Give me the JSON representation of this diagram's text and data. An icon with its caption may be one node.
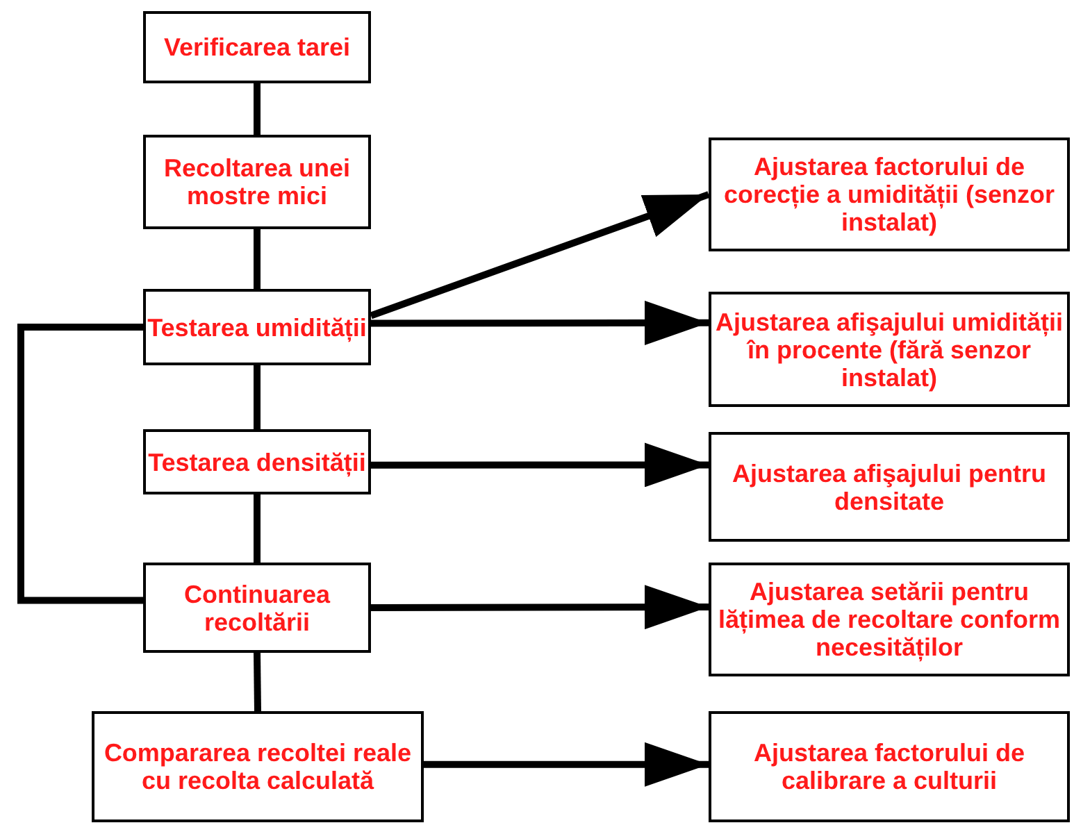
{
  "diagram": {
    "nodes": [
      {
        "text": [
          "Verificarea tarei"
        ]
      },
      {
        "text": [
          "Recoltarea unei mostre mici"
        ]
      },
      {
        "text": [
          "Testarea umidității"
        ]
      },
      {
        "text": [
          "Testarea densității"
        ]
      },
      {
        "text": [
          "Continuarea recoltării"
        ]
      },
      {
        "text": [
          "Compararea recoltei reale cu recolta calculată"
        ]
      },
      {
        "text": [
          "Ajustarea factorului de corecție a umidității (senzor instalat)"
        ]
      },
      {
        "text": [
          "Ajustarea afişajului umidității în procente (fără senzor instalat)"
        ]
      },
      {
        "text": [
          "Ajustarea afişajului pentru densitate"
        ]
      },
      {
        "text": [
          "Ajustarea setării pentru lățimea de recoltare conform necesităților"
        ]
      },
      {
        "text": [
          "Ajustarea factorului de calibrare a culturii"
        ]
      }
    ],
    "edges": [
      {
        "from": 0,
        "to": 1,
        "arrow": "none"
      },
      {
        "from": 1,
        "to": 2,
        "arrow": "none"
      },
      {
        "from": 2,
        "to": 3,
        "arrow": "none"
      },
      {
        "from": 3,
        "to": 4,
        "arrow": "none"
      },
      {
        "from": 4,
        "to": 5,
        "arrow": "none"
      },
      {
        "from": 4,
        "to": 2,
        "arrow": "none"
      },
      {
        "from": 2,
        "to": 6,
        "arrow": "to"
      },
      {
        "from": 2,
        "to": 7,
        "arrow": "to"
      },
      {
        "from": 3,
        "to": 8,
        "arrow": "to"
      },
      {
        "from": 4,
        "to": 9,
        "arrow": "to"
      },
      {
        "from": 5,
        "to": 10,
        "arrow": "to"
      }
    ]
  }
}
